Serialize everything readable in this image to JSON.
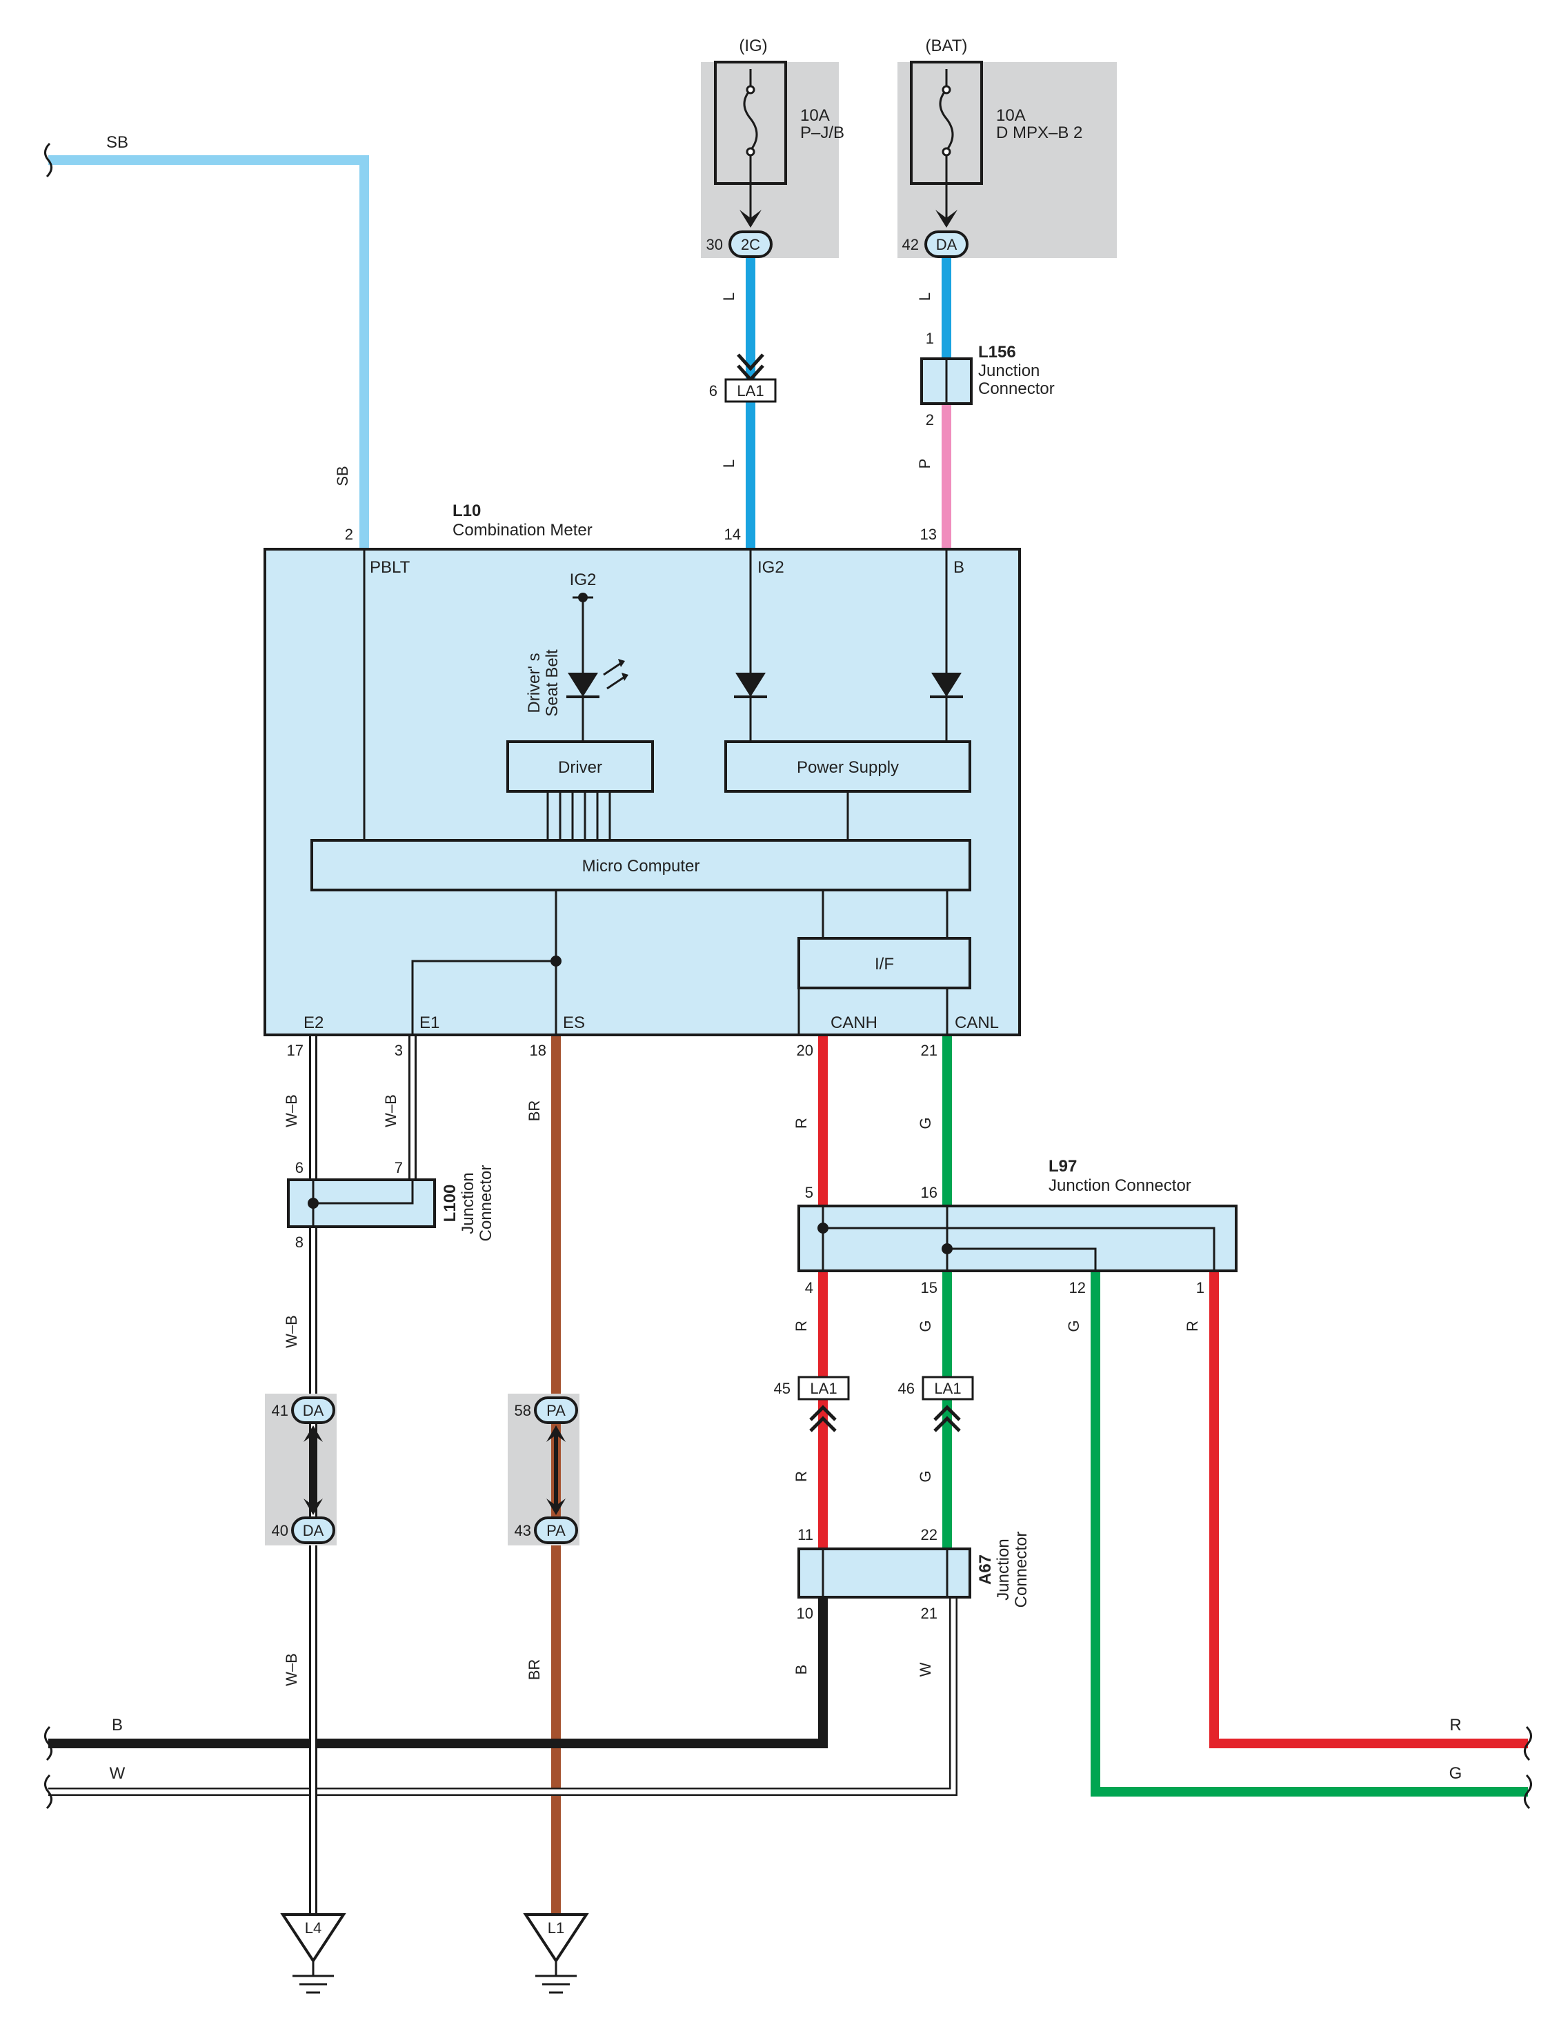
{
  "fuses": {
    "ig": {
      "header": "(IG)",
      "rating": "10A",
      "name": "P–J/B",
      "pin": "30",
      "connector": "2C"
    },
    "bat": {
      "header": "(BAT)",
      "rating": "10A",
      "name": "D MPX–B 2",
      "pin": "42",
      "connector": "DA"
    }
  },
  "wires": {
    "sb": "SB",
    "l": "L",
    "p": "P",
    "wb": "W–B",
    "br": "BR",
    "r": "R",
    "g": "G",
    "b": "B",
    "w": "W"
  },
  "connectors": {
    "la1": "LA1",
    "da": "DA",
    "pa": "PA",
    "l4": "L4",
    "l1": "L1"
  },
  "components": {
    "l156": {
      "id": "L156",
      "line1": "Junction",
      "line2": "Connector",
      "pin_in": "1",
      "pin_out": "2"
    },
    "l10": {
      "id": "L10",
      "name": "Combination Meter"
    },
    "l100": {
      "id": "L100",
      "line1": "Junction",
      "line2": "Connector"
    },
    "l97": {
      "id": "L97",
      "name": "Junction Connector"
    },
    "a67": {
      "id": "A67",
      "line1": "Junction",
      "line2": "Connector"
    }
  },
  "meter": {
    "terminals": {
      "pblt": "PBLT",
      "ig2": "IG2",
      "b": "B",
      "e2": "E2",
      "e1": "E1",
      "es": "ES",
      "canh": "CANH",
      "canl": "CANL"
    },
    "ig2_internal": "IG2",
    "led_line1": "Driver' s",
    "led_line2": "Seat Belt",
    "driver": "Driver",
    "power_supply": "Power Supply",
    "micro_computer": "Micro Computer",
    "if": "I/F"
  },
  "pins": {
    "pblt": "2",
    "ig2": "14",
    "b": "13",
    "la1_ig": "6",
    "e2": "17",
    "e1": "3",
    "es": "18",
    "canh": "20",
    "canl": "21",
    "l100_a": "6",
    "l100_b": "7",
    "l100_c": "8",
    "l97_5": "5",
    "l97_16": "16",
    "l97_4": "4",
    "l97_15": "15",
    "l97_12": "12",
    "l97_1": "1",
    "la1_r": "45",
    "la1_g": "46",
    "da_top": "41",
    "da_bot": "40",
    "pa_top": "58",
    "pa_bot": "43",
    "a67_11": "11",
    "a67_22": "22",
    "a67_10": "10",
    "a67_21": "21"
  },
  "colors": {
    "sb": "#8dd2f2",
    "l": "#1aa3e0",
    "p": "#f08dbd",
    "br": "#a5522f",
    "r": "#e4232a",
    "g": "#00a551",
    "b": "#1a1a1a",
    "w": "#ffffff",
    "box": "#cce9f7",
    "fuse_box": "#d4d5d6"
  }
}
